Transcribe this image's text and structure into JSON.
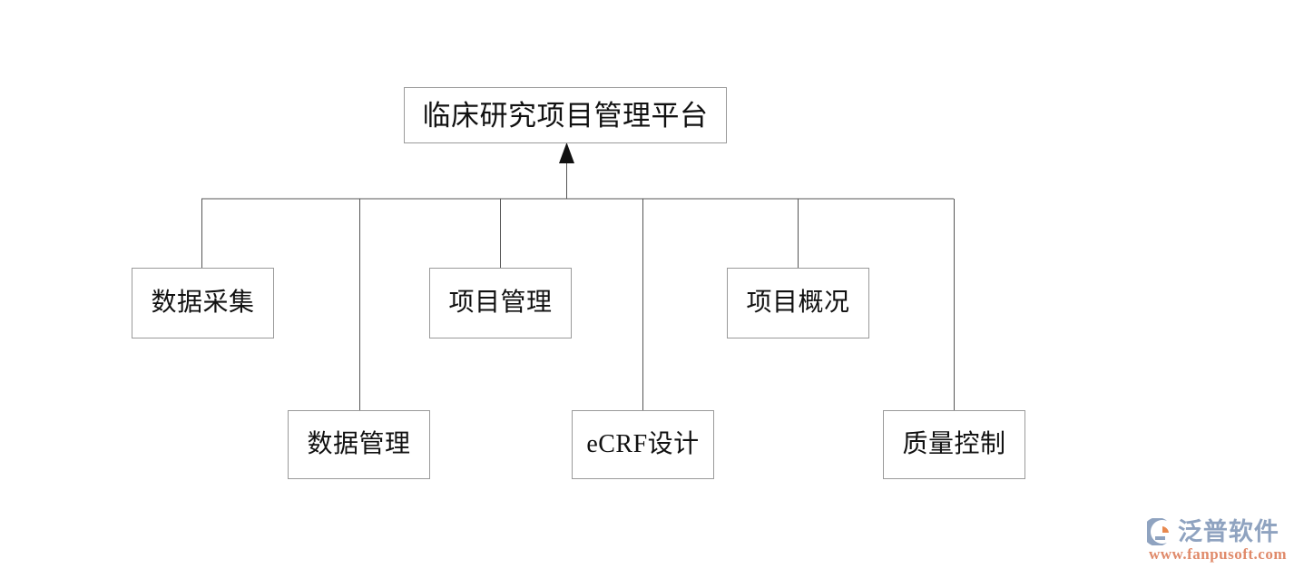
{
  "diagram": {
    "type": "org-tree",
    "background_color": "#ffffff",
    "box_border_color": "#9a9a9a",
    "line_color": "#555555",
    "text_color": "#111111",
    "root": {
      "id": "root",
      "label": "临床研究项目管理平台"
    },
    "nodes": [
      {
        "id": "data-collection",
        "label": "数据采集",
        "row": 1
      },
      {
        "id": "project-management",
        "label": "项目管理",
        "row": 1
      },
      {
        "id": "project-overview",
        "label": "项目概况",
        "row": 1
      },
      {
        "id": "data-management",
        "label": "数据管理",
        "row": 2
      },
      {
        "id": "ecrf-design",
        "label": "eCRF设计",
        "row": 2
      },
      {
        "id": "quality-control",
        "label": "质量控制",
        "row": 2
      }
    ]
  },
  "watermark": {
    "brand": "泛普软件",
    "url": "www.fanpusoft.com",
    "brand_color": "#8fa3c0",
    "url_color": "#e08a6a",
    "accent_color": "#e8894f"
  }
}
